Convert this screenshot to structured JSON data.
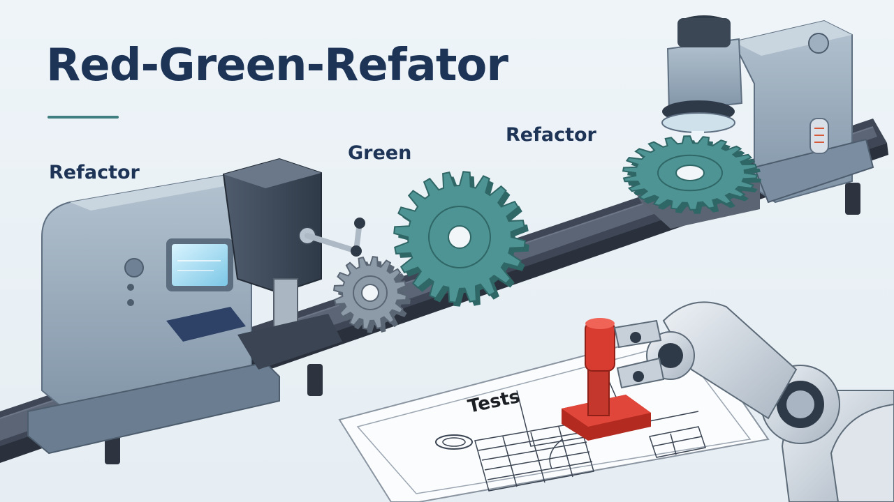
{
  "title": "Red-Green-Refator",
  "stage_labels": {
    "left": "Refactor",
    "middle": "Green",
    "right": "Refactor"
  },
  "blueprint": {
    "label": "Tests"
  },
  "colors": {
    "background": "#eef4f8",
    "title_text": "#1d3457",
    "accent_rule": "#3f7f7f",
    "gear_teal": "#4f9494",
    "gear_steel": "#8d9aa8",
    "machine_body": "#8fa3b5",
    "conveyor": "#4a5260",
    "stamp_red": "#d63a2e",
    "robot_arm": "#d3dae2"
  },
  "icons": [
    "machine-icon",
    "gear-icon",
    "press-icon",
    "robot-arm-icon",
    "stamp-icon",
    "blueprint-icon"
  ]
}
